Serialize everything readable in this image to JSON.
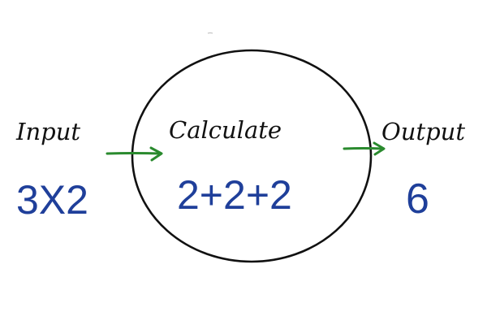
{
  "colors": {
    "ink": "#111111",
    "math": "#1f3f9a",
    "arrow": "#2a8a2e"
  },
  "labels": {
    "input": "Input",
    "calculate": "Calculate",
    "output": "Output"
  },
  "values": {
    "input": "3X2",
    "calculate": "2+2+2",
    "output": "6"
  }
}
